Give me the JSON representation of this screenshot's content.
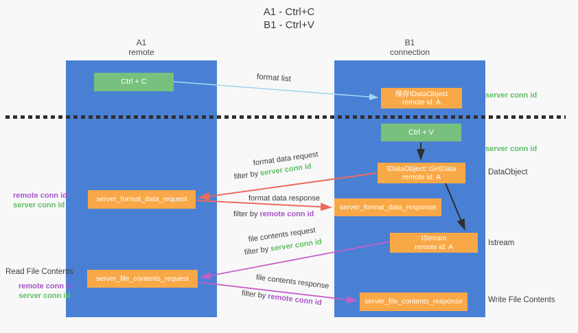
{
  "title": {
    "line1": "A1 - Ctrl+C",
    "line2": "B1 - Ctrl+V"
  },
  "lifelines": {
    "a": {
      "id": "A1",
      "name": "remote"
    },
    "b": {
      "id": "B1",
      "name": "connection"
    }
  },
  "boxes": {
    "ctrl_c": {
      "label": "Ctrl + C"
    },
    "save_idataobject": {
      "line1": "保存IDataObject",
      "line2": "remote id: A"
    },
    "ctrl_v": {
      "label": "Ctrl + V"
    },
    "getdata": {
      "line1": "IDataObject::GetData",
      "line2": "remote id: A"
    },
    "server_format_data_request": {
      "label": "server_format_data_request"
    },
    "server_format_data_response": {
      "label": "server_format_data_response"
    },
    "istream": {
      "line1": "IStream",
      "line2": "remote id: A"
    },
    "server_file_contents_request": {
      "label": "server_file_contents_request"
    },
    "server_file_contents_response": {
      "label": "server_file_contents_response"
    }
  },
  "flow_labels": {
    "format_list": "format list",
    "format_data_request": "format data request",
    "format_data_response": "format data response",
    "file_contents_request": "file contents request",
    "file_contents_response": "file contents response",
    "filter_by": "filter by ",
    "server_conn_id": "server conn id",
    "remote_conn_id": "remote conn id"
  },
  "annotations": {
    "left": {
      "pair1": {
        "remote": "remote conn id",
        "server": "server conn id"
      },
      "read_file_contents": "Read File Contents",
      "pair2": {
        "remote": "remote conn id",
        "server": "server conn id"
      }
    },
    "right": {
      "server_conn_id_top": "server conn id",
      "server_conn_id_mid": "server conn id",
      "dataobject": "DataObject",
      "istream": "Istream",
      "write_file_contents": "Write File Contents"
    }
  },
  "colors": {
    "column_fill": "#4a80d4",
    "green_box": "#77c07d",
    "orange_box": "#f9a848",
    "arrow_blue": "#a5d5f1",
    "arrow_black": "#2e2e2e",
    "arrow_red": "#ed6a5e",
    "arrow_magenta": "#c75ec6",
    "label_green": "#5fbe62",
    "label_purple": "#a855c8",
    "text_dark": "#3d3d3d",
    "background": "#f8f8f9"
  }
}
